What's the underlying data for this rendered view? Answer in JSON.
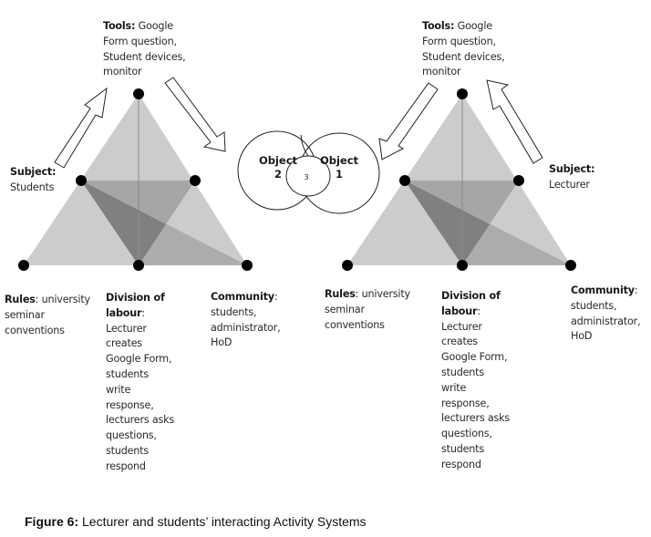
{
  "figure": {
    "caption_label": "Figure 6:",
    "caption_text": " Lecturer and students’ interacting Activity Systems"
  },
  "objects": {
    "object_left": {
      "line1": "Object",
      "line2": "2"
    },
    "object_right": {
      "line1": "Object",
      "line2": "1"
    },
    "shared_object": "3"
  },
  "students_system": {
    "tools": {
      "heading": "Tools:",
      "lines": [
        " Google",
        "Form question,",
        "Student devices,",
        "monitor"
      ]
    },
    "subject": {
      "heading": "Subject:",
      "lines": [
        "Students"
      ]
    },
    "rules": {
      "heading": "Rules",
      "lines": [
        ": university",
        "seminar",
        "conventions"
      ]
    },
    "division_of_labour": {
      "heading_lines": [
        "Division of",
        "labour"
      ],
      "colon": ":",
      "lines": [
        "Lecturer",
        "creates",
        "Google Form,",
        "students",
        "write",
        "response,",
        "lecturers asks",
        "questions,",
        "students",
        "respond"
      ]
    },
    "community": {
      "heading": "Community",
      "colon": ":",
      "lines": [
        "students,",
        "administrator,",
        "HoD"
      ]
    }
  },
  "lecturer_system": {
    "tools": {
      "heading": "Tools:",
      "lines": [
        " Google",
        "Form question,",
        "Student devices,",
        "monitor"
      ]
    },
    "subject": {
      "heading": "Subject:",
      "lines": [
        "Lecturer"
      ]
    },
    "rules": {
      "heading": "Rules",
      "lines": [
        ": university",
        "seminar",
        "conventions"
      ]
    },
    "division_of_labour": {
      "heading_lines": [
        "Division of",
        "labour"
      ],
      "colon": ":",
      "lines": [
        "Lecturer",
        "creates",
        "Google Form,",
        "students",
        "write",
        "response,",
        "lecturers asks",
        "questions,",
        "students",
        "respond"
      ]
    },
    "community": {
      "heading": "Community",
      "colon": ":",
      "lines": [
        "students,",
        "administrator,",
        "HoD"
      ]
    }
  },
  "colors": {
    "triangle_light": "#cccccc",
    "triangle_mid": "#a3a3a3",
    "triangle_dark": "#7f7f7f",
    "node": "#000000",
    "arrow_stroke": "#222222"
  }
}
